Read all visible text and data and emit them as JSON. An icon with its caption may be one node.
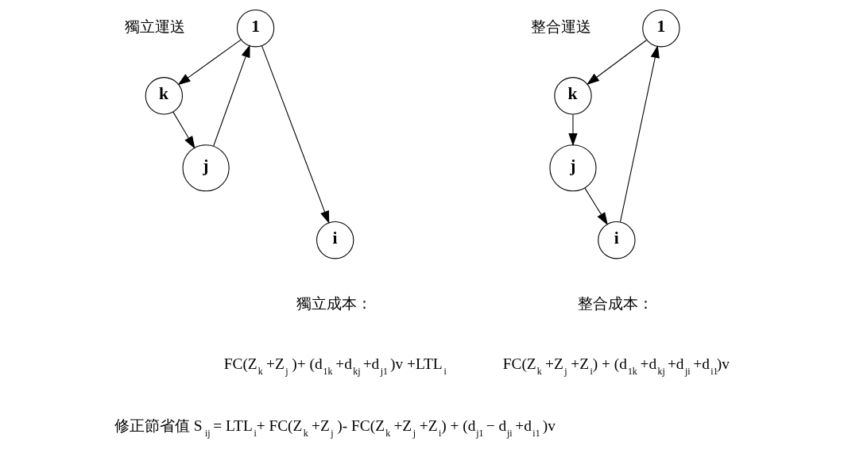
{
  "diagram": {
    "nodes": [
      {
        "text": [
          "1"
        ]
      },
      {
        "text": [
          "k"
        ]
      },
      {
        "text": [
          "j"
        ]
      },
      {
        "text": [
          "i"
        ]
      },
      {
        "text": [
          "1"
        ]
      },
      {
        "text": [
          "k"
        ]
      },
      {
        "text": [
          "j"
        ]
      },
      {
        "text": [
          "i"
        ]
      }
    ],
    "edges": [
      {
        "from": 0,
        "to": 1,
        "arrow": "to"
      },
      {
        "from": 1,
        "to": 2,
        "arrow": "to"
      },
      {
        "from": 2,
        "to": 0,
        "arrow": "to"
      },
      {
        "from": 0,
        "to": 3,
        "arrow": "to"
      },
      {
        "from": 4,
        "to": 5,
        "arrow": "to"
      },
      {
        "from": 5,
        "to": 6,
        "arrow": "to"
      },
      {
        "from": 6,
        "to": 7,
        "arrow": "to"
      },
      {
        "from": 7,
        "to": 4,
        "arrow": "to"
      }
    ],
    "labels": [
      "獨立運送",
      "整合運送",
      "獨立成本：",
      "整合成本：",
      "FC(Z$_{k}$ +Z$_{j}$ )+ (d$_{1k}$ +d$_{kj}$ +d$_{j1}$ )v +LTL$_{i}$",
      "FC(Z$_{k}$ +Z$_{j}$ +Z$_{i}$) + (d$_{1k}$ +d$_{kj}$ +d$_{ji}$ +d$_{i1}$)v",
      "修正節省值 S$_{ij}$ = LTL$_{i}$+ FC(Z$_{k}$ +Z$_{j}$ )- FC(Z$_{k}$ +Z$_{j}$ +Z$_{i}$) + (d$_{j1}$ − d$_{ji}$ +d$_{i1}$ )v"
    ]
  }
}
